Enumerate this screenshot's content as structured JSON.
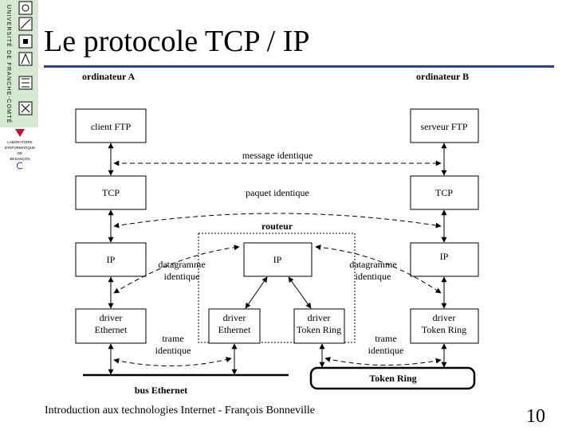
{
  "slide": {
    "title": "Le protocole TCP / IP",
    "footer": "Introduction aux technologies Internet - François Bonneville",
    "page_number": "10",
    "accent_color": "#2b3da8"
  },
  "sidebar": {
    "vertical_text": "UNIVERSITÉ DE FRANCHE-COMTÉ",
    "lab_lines": [
      "LABORATOIRE",
      "D'INFORMATIQUE",
      "DE",
      "BESANÇON"
    ]
  },
  "diagram": {
    "host_a": "ordinateur A",
    "host_b": "ordinateur B",
    "router": "routeur",
    "client_ftp": "client FTP",
    "server_ftp": "serveur FTP",
    "tcp_a": "TCP",
    "tcp_b": "TCP",
    "ip_a": "IP",
    "ip_router": "IP",
    "ip_b": "IP",
    "driver_eth_a": [
      "driver",
      "Ethernet"
    ],
    "driver_eth_router": [
      "driver",
      "Ethernet"
    ],
    "driver_tr_router": [
      "driver",
      "Token Ring"
    ],
    "driver_tr_b": [
      "driver",
      "Token Ring"
    ],
    "msg_identique": "message identique",
    "paquet_identique": "paquet identique",
    "datagramme_left": [
      "datagramme",
      "identique"
    ],
    "datagramme_right": [
      "datagramme",
      "identique"
    ],
    "trame_left": [
      "trame",
      "identique"
    ],
    "trame_right": [
      "trame",
      "identique"
    ],
    "bus_ethernet": "bus Ethernet",
    "token_ring": "Token Ring"
  }
}
